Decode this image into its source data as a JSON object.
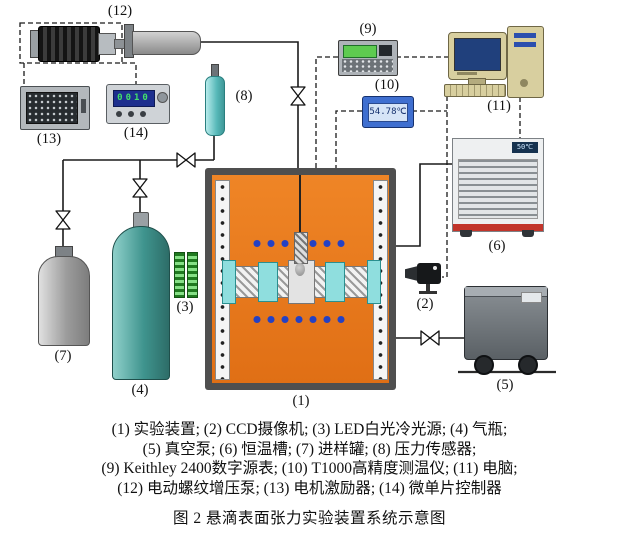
{
  "figure": {
    "labels": {
      "n1": "(1)",
      "n2": "(2)",
      "n3": "(3)",
      "n4": "(4)",
      "n5": "(5)",
      "n6": "(6)",
      "n7": "(7)",
      "n8": "(8)",
      "n9": "(9)",
      "n10": "(10)",
      "n11": "(11)",
      "n12": "(12)",
      "n13": "(13)",
      "n14": "(14)"
    },
    "displays": {
      "mcu": "0010",
      "thermometer": "54.78℃",
      "bath": "50℃"
    },
    "caption": {
      "line1": "(1) 实验装置; (2) CCD摄像机; (3) LED白光冷光源; (4) 气瓶;",
      "line2": "(5) 真空泵; (6) 恒温槽; (7) 进样罐; (8) 压力传感器;",
      "line3": "(9) Keithley 2400数字源表; (10) T1000高精度测温仪; (11) 电脑;",
      "line4": "(12) 电动螺纹增压泵; (13) 电机激励器; (14) 微单片控制器",
      "title": "图 2  悬滴表面张力实验装置系统示意图"
    },
    "colors": {
      "chamber_orange": "#e8791e",
      "frame_grey": "#4f4f4f",
      "gas_teal": "#3f948e",
      "window_cyan": "#8fdede",
      "bolt_blue": "#2441c4",
      "led_green": "#1f7a1f",
      "line_black": "#1a1a1a",
      "bath_base_red": "#c2352b"
    }
  }
}
